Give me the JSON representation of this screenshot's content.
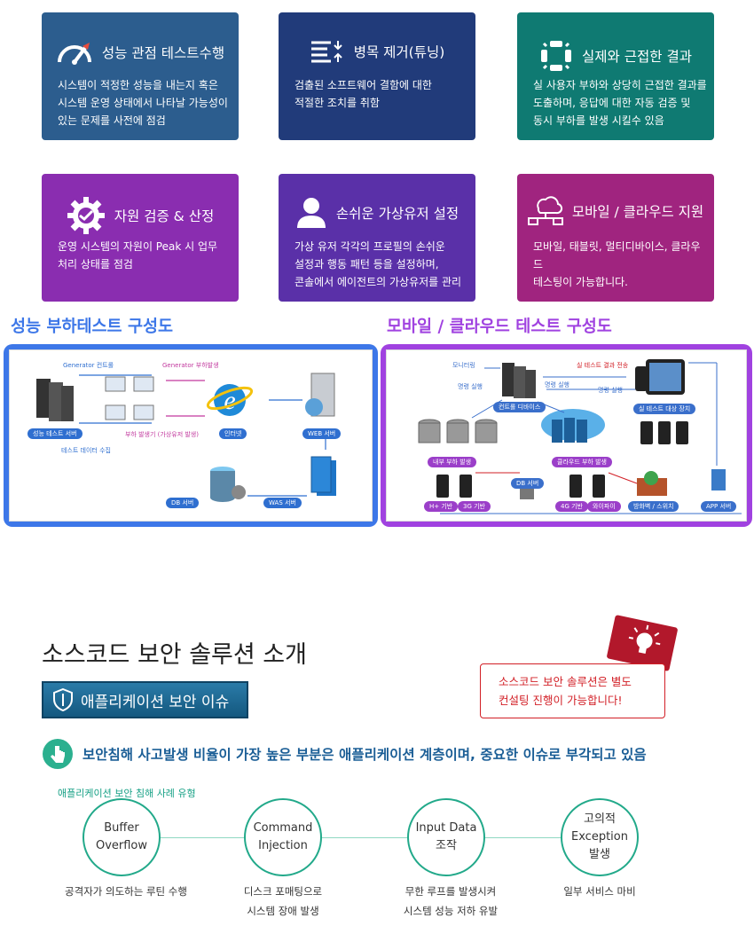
{
  "cards": [
    {
      "title": "성능 관점 테스트수행",
      "desc": [
        "시스템이 적정한 성능을 내는지 혹은",
        "시스템 운영 상태에서 나타날 가능성이",
        "있는 문제를 사전에 점검"
      ],
      "icon": "gauge-icon"
    },
    {
      "title": "병목 제거(튜닝)",
      "desc": [
        "검출된 소프트웨어 결함에 대한",
        "적절한 조치를 취함"
      ],
      "icon": "bottleneck-icon"
    },
    {
      "title": "실제와 근접한 결과",
      "desc": [
        "실 사용자 부하와 상당히 근접한 결과를",
        "도출하며, 응답에 대한 자동 검증 및",
        "동시 부하를 발생 시킬수 있음"
      ],
      "icon": "sync-icon"
    },
    {
      "title": "자원 검증 & 산정",
      "desc": [
        "운영 시스템의 자원이 Peak 시 업무",
        "처리 상태를 점검"
      ],
      "icon": "gear-check-icon"
    },
    {
      "title": "손쉬운 가상유저 설정",
      "desc": [
        "가상 유저 각각의 프로필의 손쉬운",
        "설정과 행동 패턴 등을 설정하며,",
        "콘솔에서 에이전트의 가상유저를 관리"
      ],
      "icon": "user-icon"
    },
    {
      "title": "모바일 / 클라우드 지원",
      "desc": [
        "모바일, 태블릿, 멀티디바이스, 클라우드",
        "테스팅이 가능합니다."
      ],
      "icon": "cloud-network-icon"
    }
  ],
  "perf_section": {
    "title": "성능 부하테스트 구성도",
    "labels": {
      "gen_control": "Generator 컨트롤",
      "gen_load": "Generator 부하발생",
      "perf_server": "성능 테스트 서버",
      "load_gen": "부하 발생기 (가상유저 발생)",
      "internet": "인터넷",
      "web_server": "WEB 서버",
      "test_data": "테스트 데이터 수집",
      "db_server": "DB 서버",
      "was_server": "WAS 서버"
    }
  },
  "mobile_section": {
    "title": "모바일 / 클라우드 테스트 구성도",
    "labels": {
      "monitoring": "모니터링",
      "real_result": "실 테스트 결과 전송",
      "cmd1": "명령 실행",
      "cmd2": "명령 실행",
      "cmd3": "명령 실행",
      "control_device": "컨트롤 디바이스",
      "target_device": "실 테스트 대상 장치",
      "internal_load": "내부 부하 발생",
      "cloud_load": "클라우드 부하 발생",
      "db_server": "DB 서버",
      "h_plus": "H+ 기반",
      "g3": "3G 기반",
      "g4": "4G 기반",
      "wifi": "와이파이",
      "firewall": "방화벽 / 스위치",
      "app_server": "APP 서버"
    }
  },
  "security": {
    "title": "소스코드 보안 솔루션 소개",
    "issue_button": "애플리케이션 보안 이슈",
    "note": [
      "소스코드 보안 솔루션은 별도",
      "컨설팅 진행이 가능합니다!"
    ],
    "headline": "보안침해 사고발생 비율이 가장 높은 부분은 애플리케이션 계층이며, 중요한 이슈로 부각되고 있음",
    "types_label": "애플리케이션 보안 침해 사례 유형",
    "types": [
      {
        "name": [
          "Buffer",
          "Overflow"
        ],
        "caption": [
          "공격자가 의도하는 루틴 수행"
        ]
      },
      {
        "name": [
          "Command",
          "Injection"
        ],
        "caption": [
          "디스크 포매팅으로",
          "시스템 장애 발생"
        ]
      },
      {
        "name": [
          "Input Data",
          "조작"
        ],
        "caption": [
          "무한 루프를 발생시켜",
          "시스템 성능 저하 유발"
        ]
      },
      {
        "name": [
          "고의적",
          "Exception",
          "발생"
        ],
        "caption": [
          "일부 서비스 마비"
        ]
      }
    ]
  },
  "colors": {
    "perf_frame": "#3d77e8",
    "mobile_frame": "#a042e0",
    "accent_red": "#d21f26",
    "teal": "#22a98a"
  }
}
